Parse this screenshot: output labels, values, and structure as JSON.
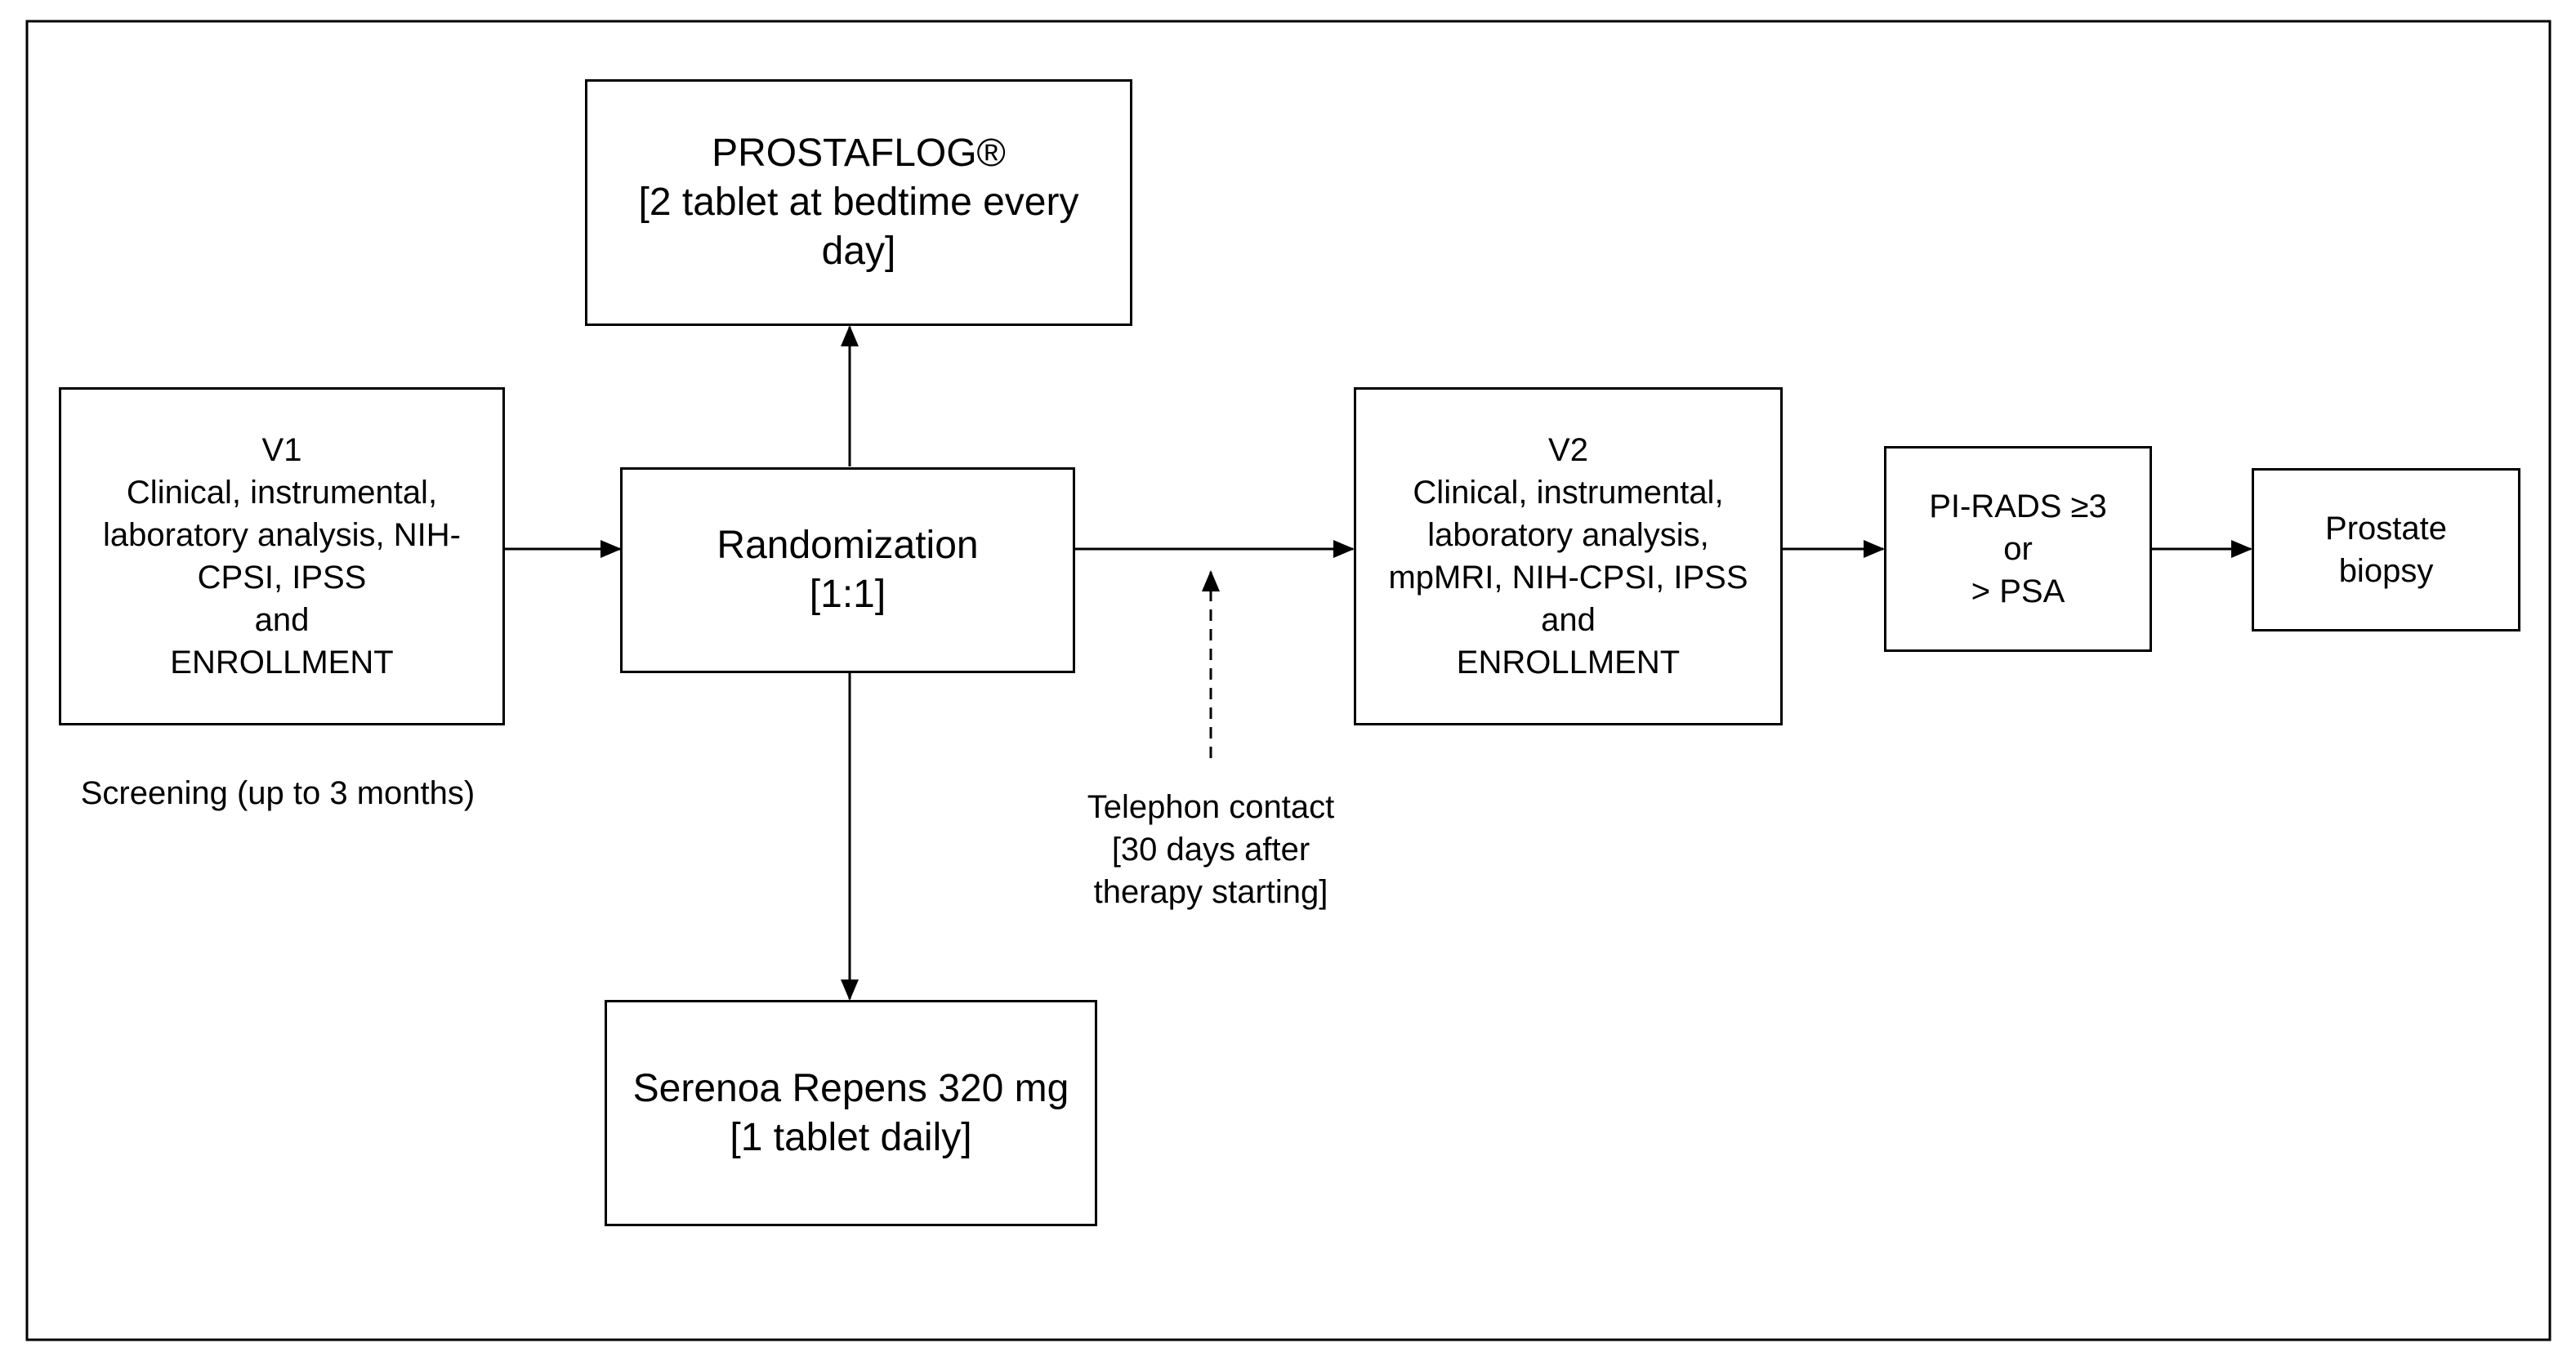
{
  "colors": {
    "line": "#000000",
    "background": "#ffffff"
  },
  "boxes": {
    "prostaflog": {
      "lines": [
        "PROSTAFLOG®",
        "[2 tablet at bedtime every",
        "day]"
      ]
    },
    "v1": {
      "lines": [
        "V1",
        "Clinical, instrumental,",
        "laboratory analysis, NIH-",
        "CPSI, IPSS",
        "and",
        "ENROLLMENT"
      ]
    },
    "randomization": {
      "lines": [
        "Randomization",
        "[1:1]"
      ]
    },
    "serenoa": {
      "lines": [
        "Serenoa Repens 320 mg",
        "[1 tablet daily]"
      ]
    },
    "v2": {
      "lines": [
        "V2",
        "Clinical, instrumental,",
        "laboratory analysis,",
        "mpMRI, NIH-CPSI,  IPSS",
        "and",
        "ENROLLMENT"
      ]
    },
    "pirads": {
      "lines": [
        "PI-RADS ≥3",
        "or",
        "> PSA"
      ]
    },
    "biopsy": {
      "lines": [
        "Prostate",
        "biopsy"
      ]
    }
  },
  "captions": {
    "screening": "Screening (up to 3 months)",
    "telephone": [
      "Telephon contact",
      "[30 days after",
      "therapy starting]"
    ]
  }
}
